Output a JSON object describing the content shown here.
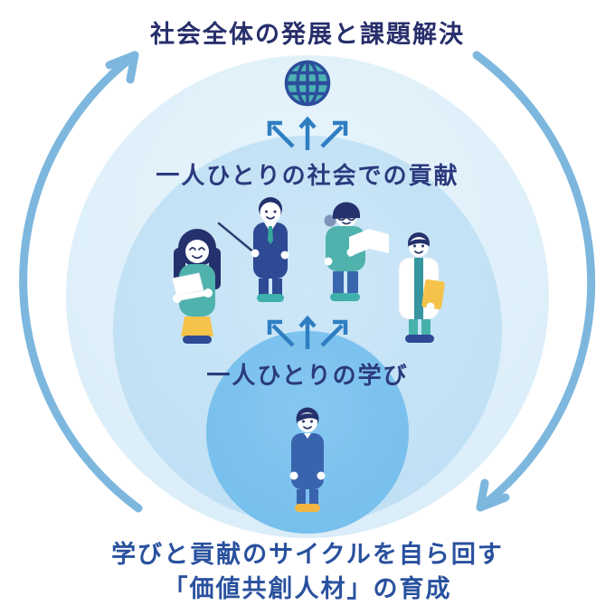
{
  "diagram": {
    "top_label": "社会全体の発展と課題解決",
    "contribution_label": "一人ひとりの社会での貢献",
    "learning_label": "一人ひとりの学び",
    "caption_line1": "学びと貢献のサイクルを自ら回す",
    "caption_line2": "「価値共創人材」の育成"
  },
  "icons": {
    "globe": "globe-icon",
    "cycle_left": "cycle-arrow-up-left",
    "cycle_right": "cycle-arrow-down-right",
    "arrow_fans": "three-up-arrows",
    "figures": [
      "person-woman-laptop",
      "person-man-suit-pointer",
      "person-elder-open-book",
      "person-doctor-folder",
      "person-child"
    ]
  },
  "colors": {
    "navy_text": "#272f6b",
    "inner_label_text": "#2b3a7d",
    "caption_text": "#29519e",
    "small_arrow_blue": "#2f7ec2",
    "cycle_arrow_blue": "#7db7de",
    "outer_circle": "#dfeffa",
    "middle_circle": "#c3e2f5",
    "inner_circle": "#7cc1ee",
    "globe_teal": "#4cb2b4",
    "figure_navy": "#2e4a94",
    "figure_teal": "#4fb2ad",
    "accent_yellow": "#f5c24a",
    "hair_navy": "#24316c"
  }
}
